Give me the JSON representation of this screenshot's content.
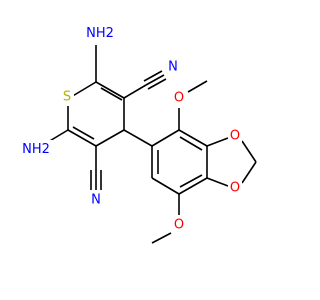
{
  "molecule": {
    "atom_labels": {
      "S": "S",
      "NH2_top": "NH2",
      "NH2_bottom": "NH2",
      "CN_top": "N",
      "CN_bottom": "N",
      "O_methoxy_top": "O",
      "O_methoxy_bottom": "O",
      "O_dioxole_top": "O",
      "O_dioxole_bottom": "O",
      "H_subscript": "2"
    },
    "colors": {
      "bond": "#000000",
      "nitrogen": "#0000ff",
      "oxygen": "#ff0000",
      "sulfur": "#b2b200"
    }
  }
}
